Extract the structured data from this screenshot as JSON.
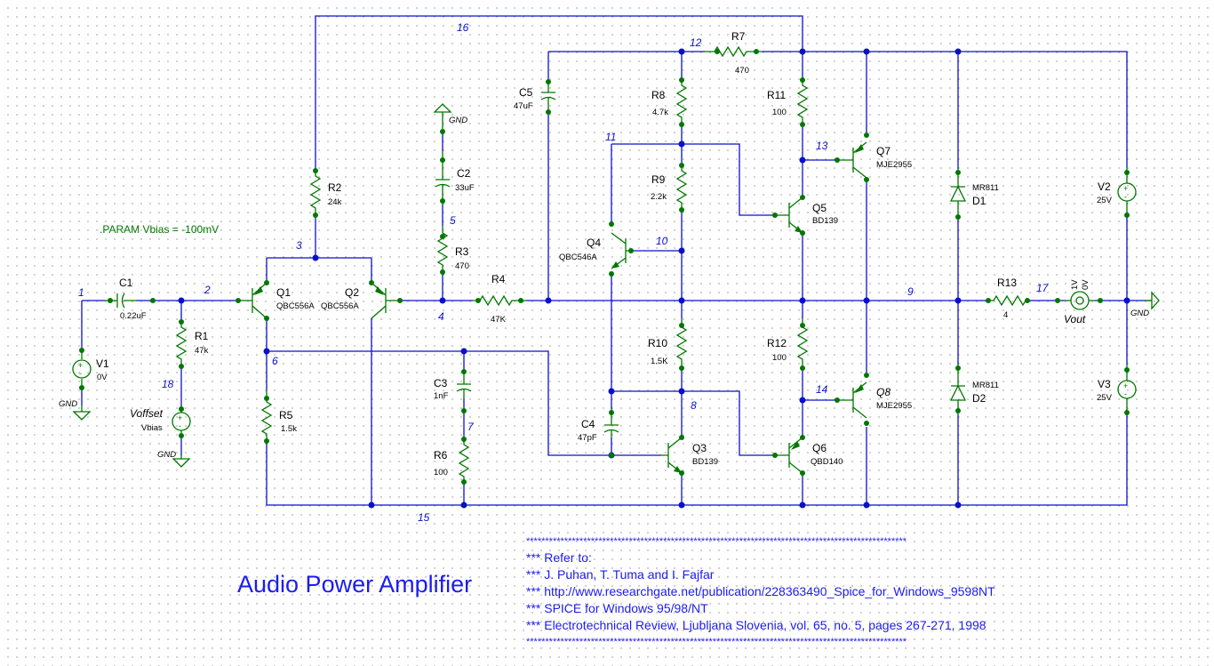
{
  "title": "Audio Power Amplifier",
  "param": ".PARAM Vbias = -100mV",
  "gnd_label": "GND",
  "nodes": {
    "n1": "1",
    "n2": "2",
    "n3": "3",
    "n4": "4",
    "n5": "5",
    "n6": "6",
    "n7": "7",
    "n8": "8",
    "n9": "9",
    "n10": "10",
    "n11": "11",
    "n12": "12",
    "n13": "13",
    "n14": "14",
    "n15": "15",
    "n16": "16",
    "n17": "17",
    "n18": "18"
  },
  "components": {
    "C1": {
      "name": "C1",
      "value": "0.22uF"
    },
    "C2": {
      "name": "C2",
      "value": "33uF"
    },
    "C3": {
      "name": "C3",
      "value": "1nF"
    },
    "C4": {
      "name": "C4",
      "value": "47pF"
    },
    "C5": {
      "name": "C5",
      "value": "47uF"
    },
    "R1": {
      "name": "R1",
      "value": "47k"
    },
    "R2": {
      "name": "R2",
      "value": "24k"
    },
    "R3": {
      "name": "R3",
      "value": "470"
    },
    "R4": {
      "name": "R4",
      "value": "47K"
    },
    "R5": {
      "name": "R5",
      "value": "1.5k"
    },
    "R6": {
      "name": "R6",
      "value": "100"
    },
    "R7": {
      "name": "R7",
      "value": "470"
    },
    "R8": {
      "name": "R8",
      "value": "4.7k"
    },
    "R9": {
      "name": "R9",
      "value": "2.2k"
    },
    "R10": {
      "name": "R10",
      "value": "1.5K"
    },
    "R11": {
      "name": "R11",
      "value": "100"
    },
    "R12": {
      "name": "R12",
      "value": "100"
    },
    "R13": {
      "name": "R13",
      "value": "4"
    },
    "Q1": {
      "name": "Q1",
      "value": "QBC556A"
    },
    "Q2": {
      "name": "Q2",
      "value": "QBC556A"
    },
    "Q3": {
      "name": "Q3",
      "value": "BD139"
    },
    "Q4": {
      "name": "Q4",
      "value": "QBC546A"
    },
    "Q5": {
      "name": "Q5",
      "value": "BD139"
    },
    "Q6": {
      "name": "Q6",
      "value": "QBD140"
    },
    "Q7": {
      "name": "Q7",
      "value": "MJE2955"
    },
    "Q8": {
      "name": "Q8",
      "value": "MJE2955"
    },
    "D1": {
      "name": "D1",
      "value": "MR811"
    },
    "D2": {
      "name": "D2",
      "value": "MR811"
    },
    "V1": {
      "name": "V1",
      "value": "0V"
    },
    "V2": {
      "name": "V2",
      "value": "25V"
    },
    "V3": {
      "name": "V3",
      "value": "25V"
    },
    "Voffset": {
      "name": "Voffset",
      "value": "Vbias"
    },
    "Vout": {
      "name": "Vout",
      "ac": "1V",
      "dc": "0V"
    }
  },
  "notes": [
    "****************************************************************************************************",
    "*** Refer to:",
    "*** J. Puhan, T. Tuma and I. Fajfar",
    "*** http://www.researchgate.net/publication/228363490_Spice_for_Windows_9598NT",
    "*** SPICE for Windows 95/98/NT",
    "*** Electrotechnical Review, Ljubljana Slovenia, vol. 65, no. 5, pages 267-271, 1998",
    "****************************************************************************************************"
  ]
}
